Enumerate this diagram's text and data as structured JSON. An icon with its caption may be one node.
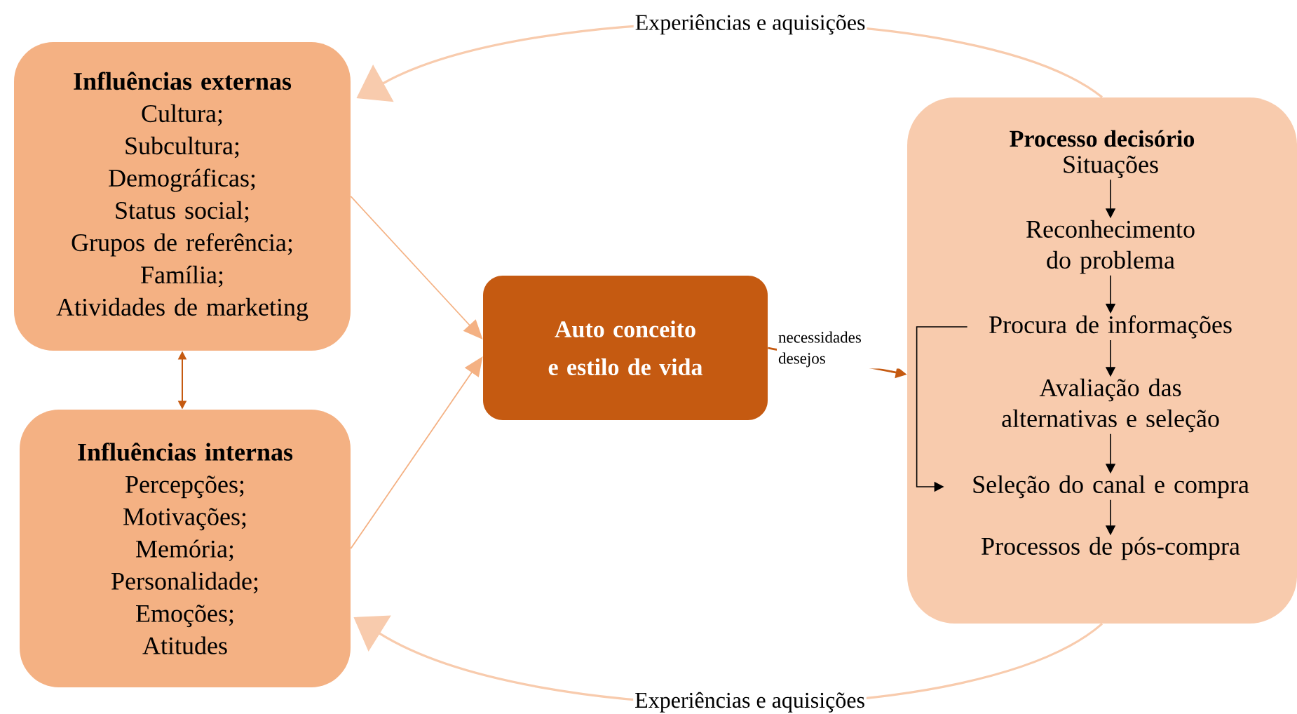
{
  "diagram": {
    "nodes": [
      {
        "text": [
          "Influências externas",
          "Cultura;",
          "Subcultura;",
          "Demográficas;",
          "Status social;",
          "Grupos de referência;",
          "Família;",
          "Atividades de marketing"
        ]
      },
      {
        "text": [
          "Influências internas",
          "Percepções;",
          "Motivações;",
          "Memória;",
          "Personalidade;",
          "Emoções;",
          "Atitudes"
        ]
      },
      {
        "text": [
          "Auto conceito e estilo de vida"
        ]
      },
      {
        "text": [
          "Processo decisório"
        ]
      },
      {
        "text": [
          "Situações"
        ],
        "in": 3
      },
      {
        "text": [
          "Reconhecimento do problema"
        ],
        "in": 3
      },
      {
        "text": [
          "Procura de informações"
        ],
        "in": 3
      },
      {
        "text": [
          "Avaliação das alternativas e seleção"
        ],
        "in": 3
      },
      {
        "text": [
          "Seleção do canal e compra"
        ],
        "in": 3
      },
      {
        "text": [
          "Processos de pós-compra"
        ],
        "in": 3
      }
    ],
    "edges": [
      {
        "from": 0,
        "to": 1,
        "arrow": "both",
        "color": "#c55a11"
      },
      {
        "from": 0,
        "to": 2,
        "arrow": "to",
        "color": "#f4b183"
      },
      {
        "from": 1,
        "to": 2,
        "arrow": "to",
        "color": "#f4b183"
      },
      {
        "from": 2,
        "to": 3,
        "arrow": "to",
        "label": "necessidades desejos",
        "color": "#c55a11"
      },
      {
        "from": 3,
        "to": 0,
        "arrow": "to",
        "label": "Experiências e aquisições",
        "color": "#f8cbad"
      },
      {
        "from": 3,
        "to": 1,
        "arrow": "to",
        "label": "Experiências e aquisições",
        "color": "#f8cbad"
      },
      {
        "from": 4,
        "to": 5,
        "arrow": "to"
      },
      {
        "from": 5,
        "to": 6,
        "arrow": "to"
      },
      {
        "from": 6,
        "to": 7,
        "arrow": "to"
      },
      {
        "from": 7,
        "to": 8,
        "arrow": "to"
      },
      {
        "from": 8,
        "to": 9,
        "arrow": "to"
      },
      {
        "from": 6,
        "to": 8,
        "arrow": "to"
      }
    ]
  }
}
